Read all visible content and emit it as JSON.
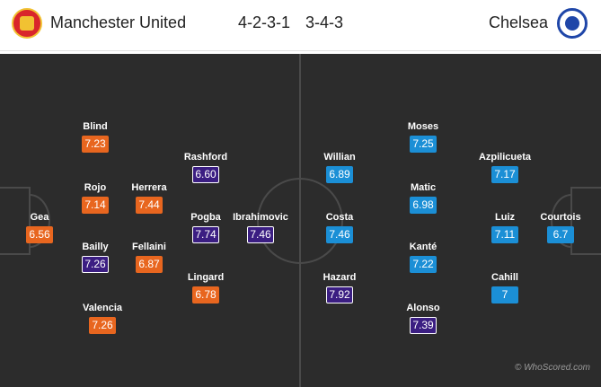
{
  "home": {
    "name": "Manchester United",
    "formation": "4-2-3-1",
    "crest_icon": "manchester-united-crest"
  },
  "away": {
    "name": "Chelsea",
    "formation": "3-4-3",
    "crest_icon": "chelsea-crest"
  },
  "colors": {
    "home_rating": "#e8661f",
    "top_rating": "#3b1e82",
    "away_rating": "#1b8fd6",
    "pitch": "#2c2c2c"
  },
  "players": [
    {
      "name": "Gea",
      "rating": "6.56",
      "style": "orange"
    },
    {
      "name": "Blind",
      "rating": "7.23",
      "style": "orange"
    },
    {
      "name": "Rojo",
      "rating": "7.14",
      "style": "orange"
    },
    {
      "name": "Bailly",
      "rating": "7.26",
      "style": "purple"
    },
    {
      "name": "Valencia",
      "rating": "7.26",
      "style": "orange"
    },
    {
      "name": "Herrera",
      "rating": "7.44",
      "style": "orange"
    },
    {
      "name": "Fellaini",
      "rating": "6.87",
      "style": "orange"
    },
    {
      "name": "Rashford",
      "rating": "6.60",
      "style": "purple"
    },
    {
      "name": "Pogba",
      "rating": "7.74",
      "style": "purple"
    },
    {
      "name": "Lingard",
      "rating": "6.78",
      "style": "orange"
    },
    {
      "name": "Ibrahimovic",
      "rating": "7.46",
      "style": "purple"
    },
    {
      "name": "Willian",
      "rating": "6.89",
      "style": "blue"
    },
    {
      "name": "Costa",
      "rating": "7.46",
      "style": "blue"
    },
    {
      "name": "Hazard",
      "rating": "7.92",
      "style": "purple"
    },
    {
      "name": "Moses",
      "rating": "7.25",
      "style": "blue"
    },
    {
      "name": "Matic",
      "rating": "6.98",
      "style": "blue"
    },
    {
      "name": "Kanté",
      "rating": "7.22",
      "style": "blue"
    },
    {
      "name": "Alonso",
      "rating": "7.39",
      "style": "purple"
    },
    {
      "name": "Azpilicueta",
      "rating": "7.17",
      "style": "blue"
    },
    {
      "name": "Luiz",
      "rating": "7.11",
      "style": "blue"
    },
    {
      "name": "Cahill",
      "rating": "7",
      "style": "blue"
    },
    {
      "name": "Courtois",
      "rating": "6.7",
      "style": "blue"
    }
  ],
  "credit": "© WhoScored.com"
}
